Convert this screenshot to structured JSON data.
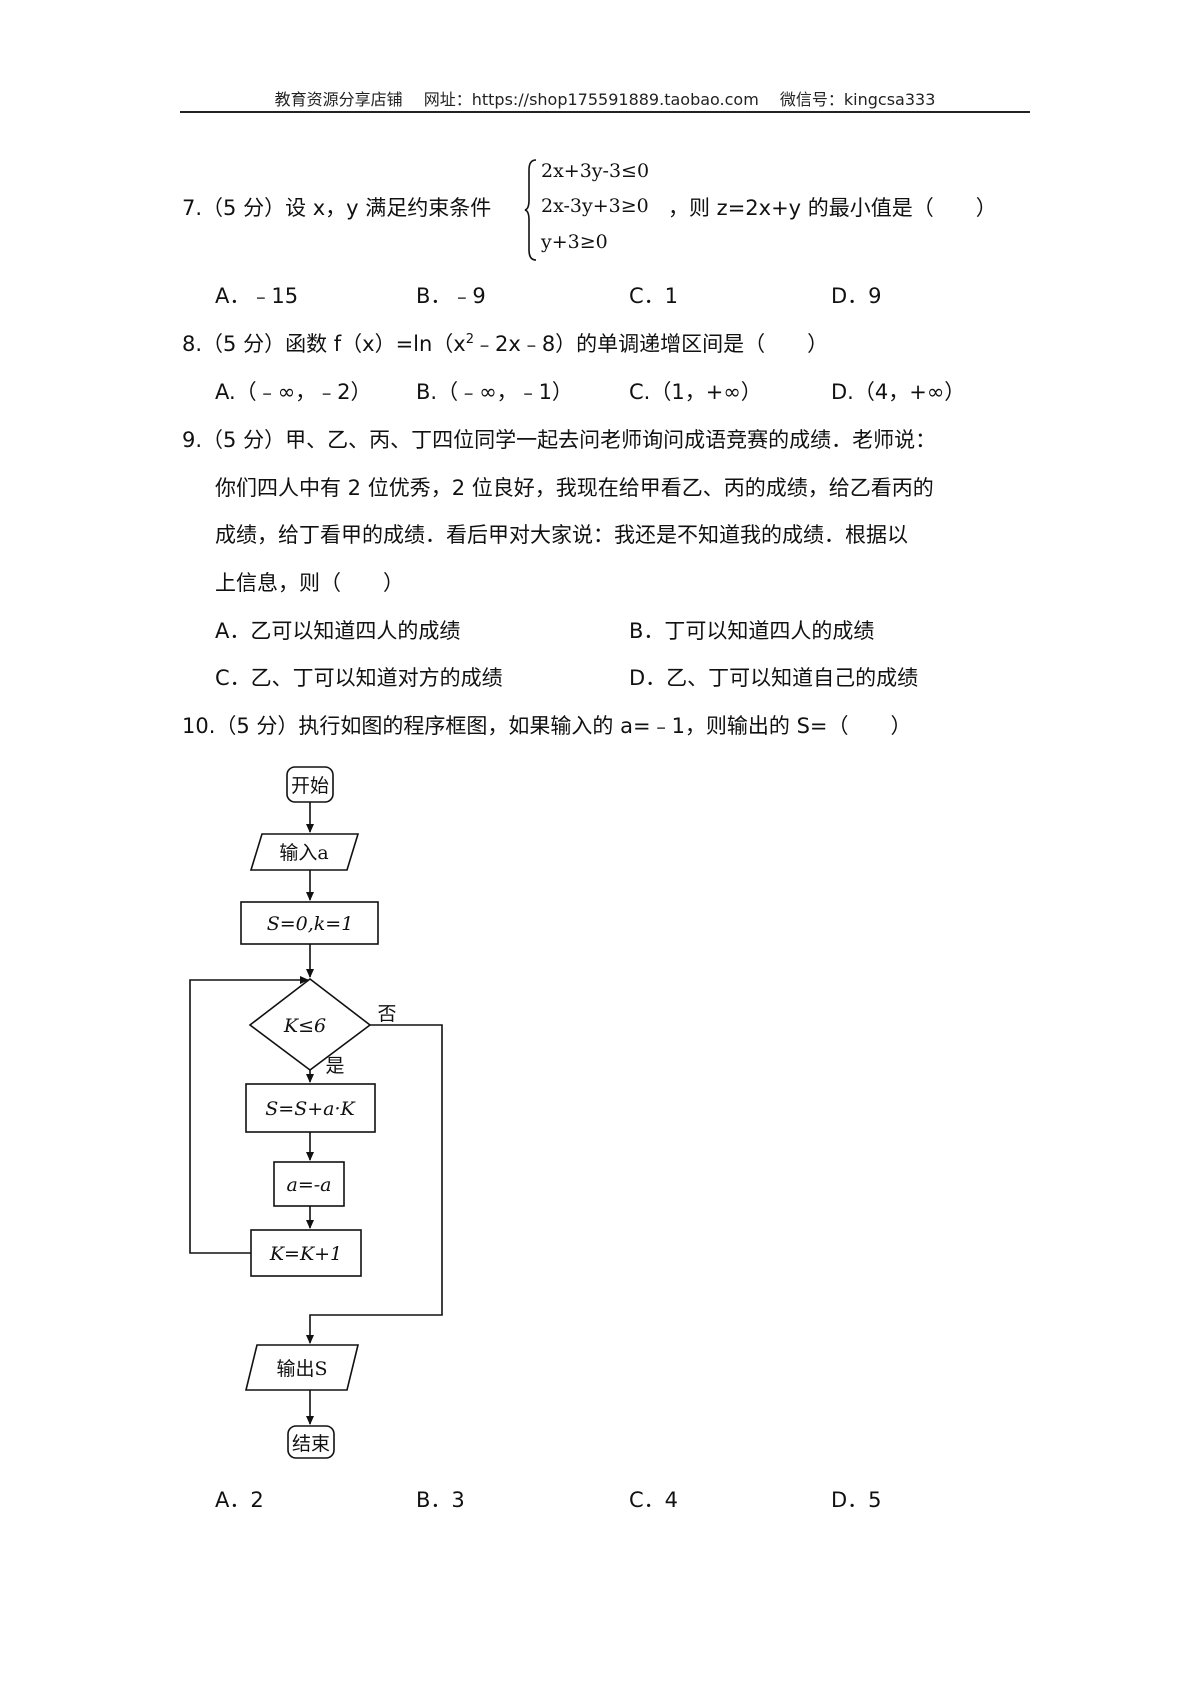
{
  "header": {
    "shop": "教育资源分享店铺",
    "site": "网址：https://shop175591889.taobao.com",
    "wechat": "微信号：kingcsa333"
  },
  "q7": {
    "prefix": "7.（5 分）设 x，y 满足约束条件",
    "constraints": [
      "2x+3y-3≤0",
      "2x-3y+3≥0",
      "y+3≥0"
    ],
    "suffix": "，则 z=2x+y 的最小值是（　　）",
    "options": [
      "A．﹣15",
      "B．﹣9",
      "C．1",
      "D．9"
    ]
  },
  "q8": {
    "stem_a": "8.（5 分）函数 f（x）=ln（x",
    "stem_sup": "2",
    "stem_b": "﹣2x﹣8）的单调递增区间是（　　）",
    "options": [
      "A.（﹣∞，﹣2）",
      "B.（﹣∞，﹣1）",
      "C.（1，+∞）",
      "D.（4，+∞）"
    ]
  },
  "q9": {
    "lines": [
      "9.（5 分）甲、乙、丙、丁四位同学一起去问老师询问成语竞赛的成绩．老师说：",
      "你们四人中有 2 位优秀，2 位良好，我现在给甲看乙、丙的成绩，给乙看丙的",
      "成绩，给丁看甲的成绩．看后甲对大家说：我还是不知道我的成绩．根据以",
      "上信息，则（　　）"
    ],
    "options": [
      "A．乙可以知道四人的成绩",
      "B．丁可以知道四人的成绩",
      "C．乙、丁可以知道对方的成绩",
      "D．乙、丁可以知道自己的成绩"
    ]
  },
  "q10": {
    "stem": "10.（5 分）执行如图的程序框图，如果输入的 a=﹣1，则输出的 S=（　　）",
    "options": [
      "A．2",
      "B．3",
      "C．4",
      "D．5"
    ]
  },
  "flowchart": {
    "start": "开始",
    "input": "输入a",
    "init": "S=0,k=1",
    "condition": "K≤6",
    "no_label": "否",
    "yes_label": "是",
    "accumulate": "S=S+a·K",
    "negate": "a=-a",
    "increment": "K=K+1",
    "output": "输出S",
    "end": "结束"
  }
}
